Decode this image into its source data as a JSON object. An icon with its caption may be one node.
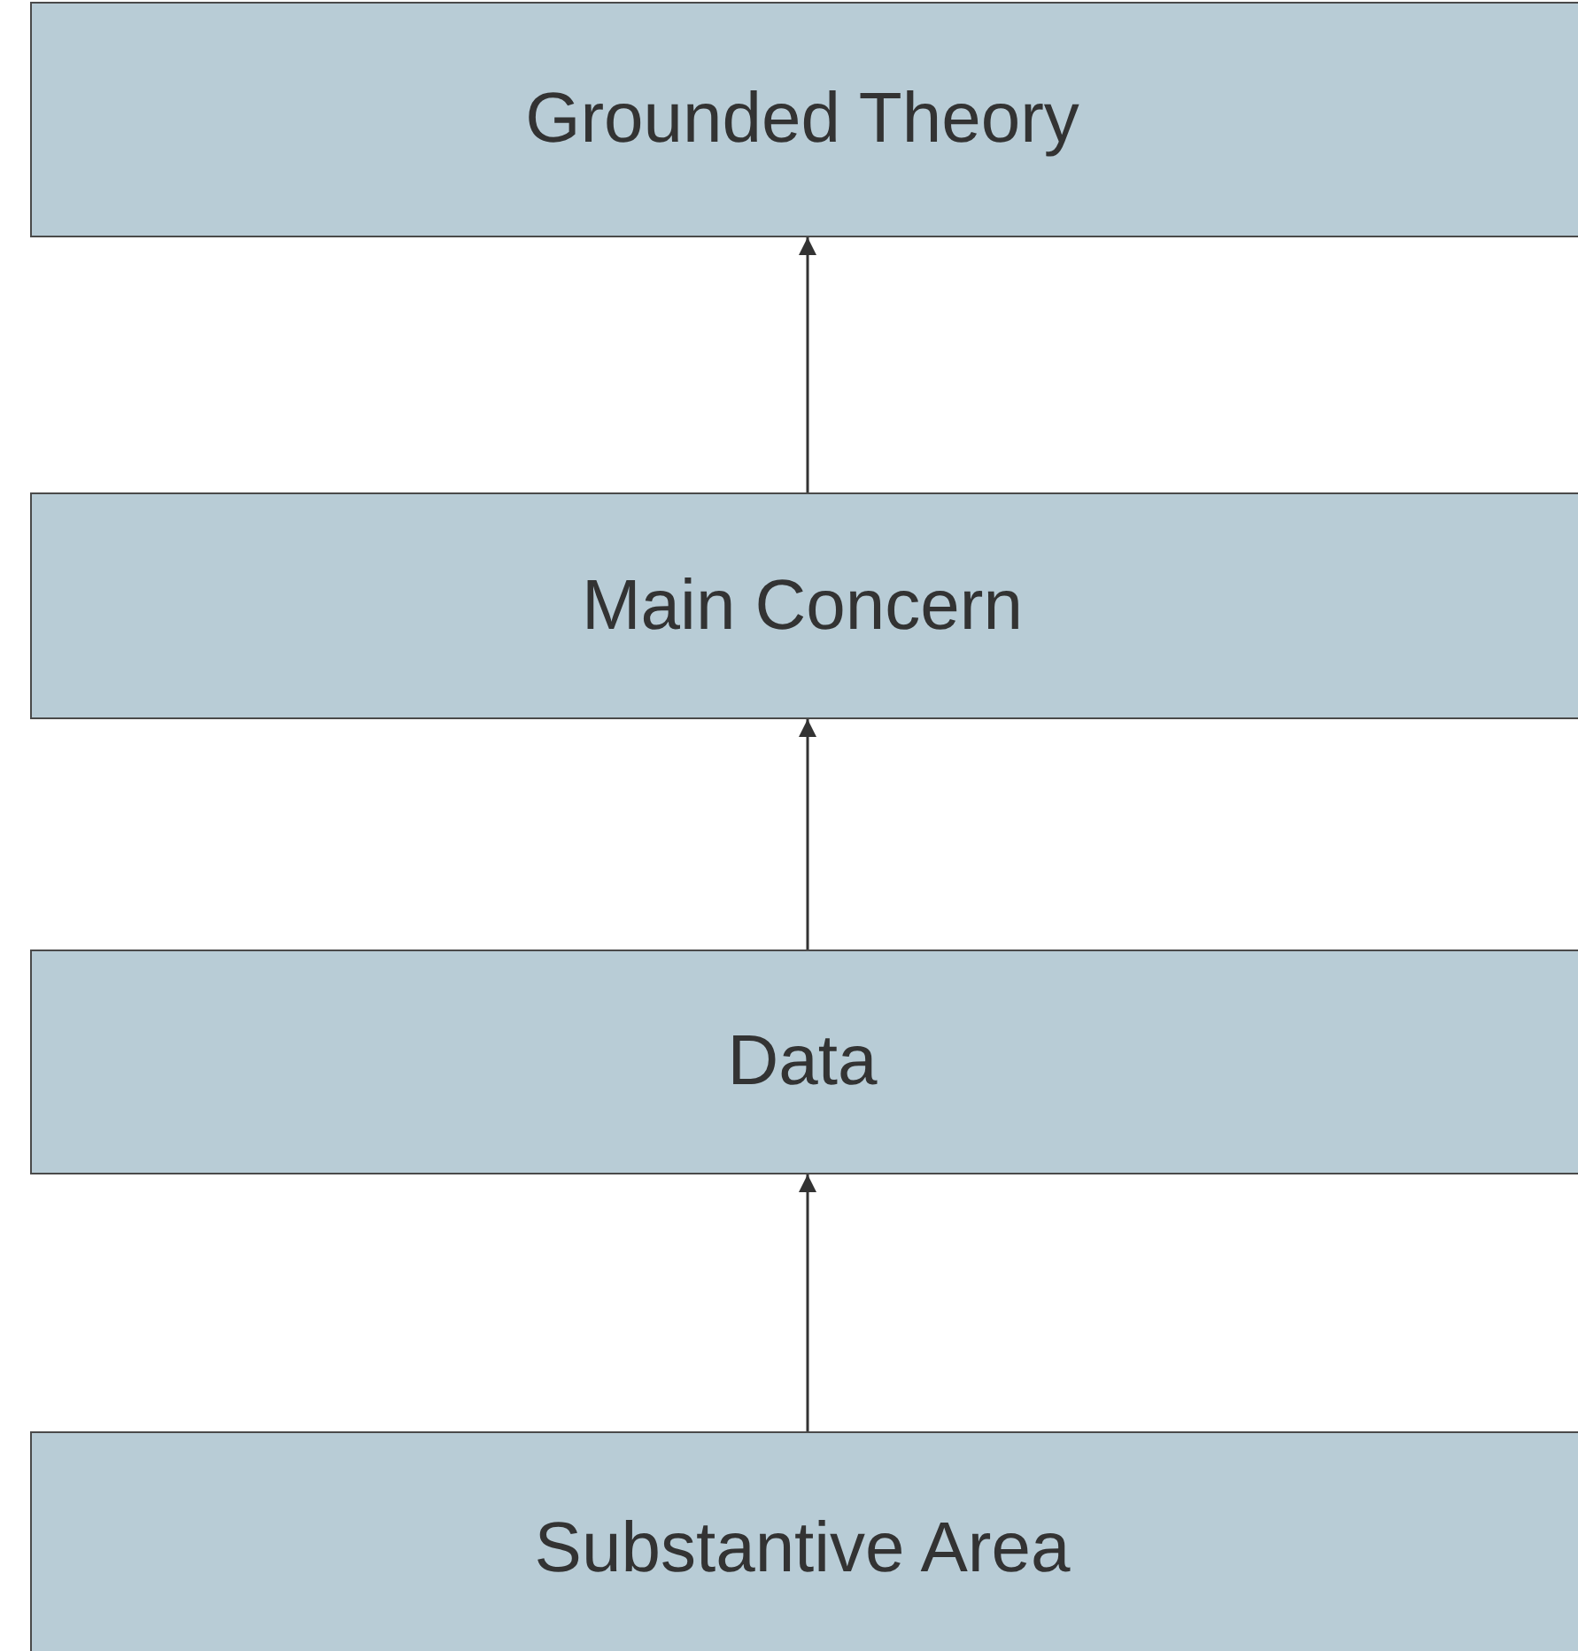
{
  "diagram": {
    "nodes": [
      {
        "text": [
          "Grounded Theory"
        ]
      },
      {
        "text": [
          "Main Concern"
        ]
      },
      {
        "text": [
          "Data"
        ]
      },
      {
        "text": [
          "Substantive Area"
        ]
      }
    ],
    "edges": [
      {
        "from": 1,
        "to": 0,
        "arrow": "to"
      },
      {
        "from": 2,
        "to": 1,
        "arrow": "to"
      },
      {
        "from": 3,
        "to": 2,
        "arrow": "to"
      }
    ]
  }
}
